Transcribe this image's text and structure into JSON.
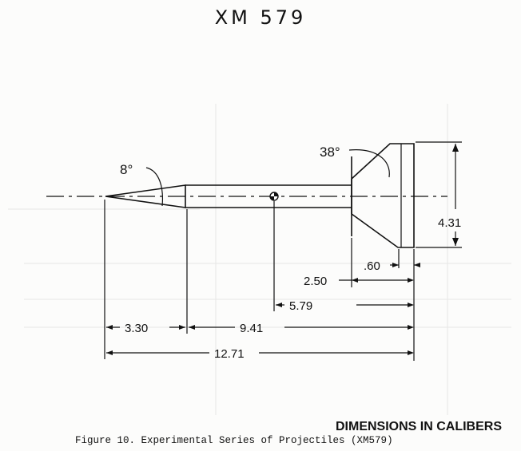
{
  "title": "XM 579",
  "dimensions": {
    "nose_angle": "8°",
    "flare_angle": "38°",
    "base_diameter": "4.31",
    "flare_length": ".60",
    "cg_to_base_flare": "2.50",
    "cg_from_base": "5.79",
    "nose_length": "3.30",
    "body_length": "9.41",
    "overall_length": "12.71"
  },
  "units_note": "DIMENSIONS IN CALIBERS",
  "caption": "Figure 10.  Experimental Series of Projectiles (XM579)"
}
